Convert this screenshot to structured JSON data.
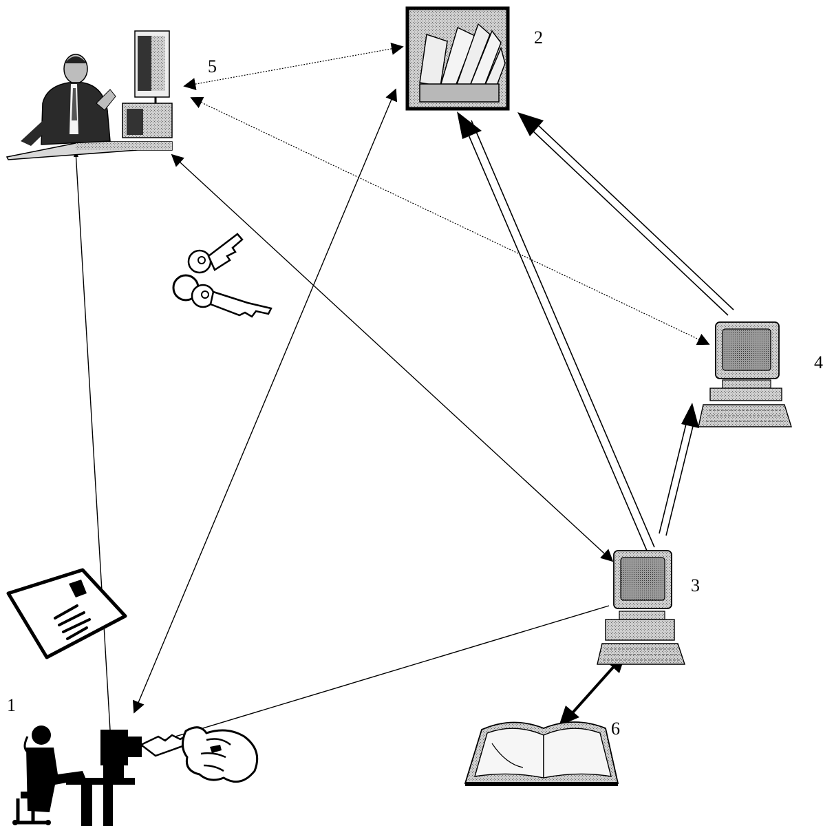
{
  "labels": {
    "n1": "1",
    "n2": "2",
    "n3": "3",
    "n4": "4",
    "n5": "5",
    "n6": "6"
  },
  "icons": {
    "n1": "person-at-computer-icon",
    "n2": "archive-document-stack-icon",
    "n3": "computer-terminal-icon",
    "n4": "computer-terminal-icon",
    "n5": "manager-at-desk-with-computer-icon",
    "n6": "open-book-icon",
    "keys": "keys-icon",
    "hand_key": "hand-holding-key-icon",
    "document": "document-sheet-icon"
  }
}
